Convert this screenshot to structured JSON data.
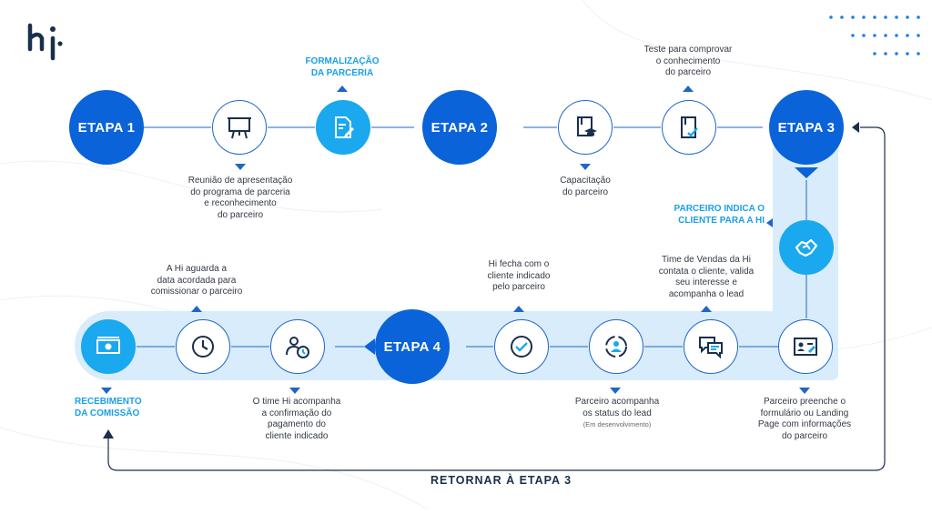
{
  "brand": {
    "logo_alt": "hi",
    "primary": "#0a63d8",
    "accent": "#1aa8ee",
    "band": "#d8ecfb",
    "text": "#333a45"
  },
  "etapas": {
    "e1": "ETAPA 1",
    "e2": "ETAPA 2",
    "e3": "ETAPA 3",
    "e4": "ETAPA 4"
  },
  "labels": {
    "formalizacao": "FORMALIZAÇÃO\nDA PARCERIA",
    "reuniao": "Reunião de apresentação\ndo programa de parceria\ne reconhecimento\ndo parceiro",
    "teste": "Teste para comprovar\no conhecimento\ndo parceiro",
    "capacitacao": "Capacitação\ndo parceiro",
    "parceiro_indica": "PARCEIRO INDICA O\nCLIENTE PARA A HI",
    "time_vendas": "Time de Vendas da Hi\ncontata o cliente, valida\nseu interesse e\nacompanha o lead",
    "hi_fecha": "Hi fecha com o\ncliente indicado\npelo parceiro",
    "hi_aguarda": "A Hi aguarda a\ndata acordada para\ncomissionar o parceiro",
    "recebimento": "RECEBIMENTO\nDA COMISSÃO",
    "time_hi": "O time Hi acompanha\na confirmação do\npagamento do\ncliente indicado",
    "parceiro_acompanha": "Parceiro acompanha\nos status do lead",
    "em_desenvolvimento": "(Em desenvolvimento)",
    "parceiro_preenche": "Parceiro preenche o\nformulário ou Landing\nPage com informações\ndo parceiro"
  },
  "retornar": "RETORNAR À ETAPA 3",
  "icons": [
    "presentation-board-icon",
    "document-pen-icon",
    "book-cap-icon",
    "book-check-icon",
    "handshake-icon",
    "contact-card-icon",
    "chat-bubbles-icon",
    "user-circle-icon",
    "check-circle-icon",
    "user-clock-icon",
    "clock-icon",
    "money-icon"
  ]
}
